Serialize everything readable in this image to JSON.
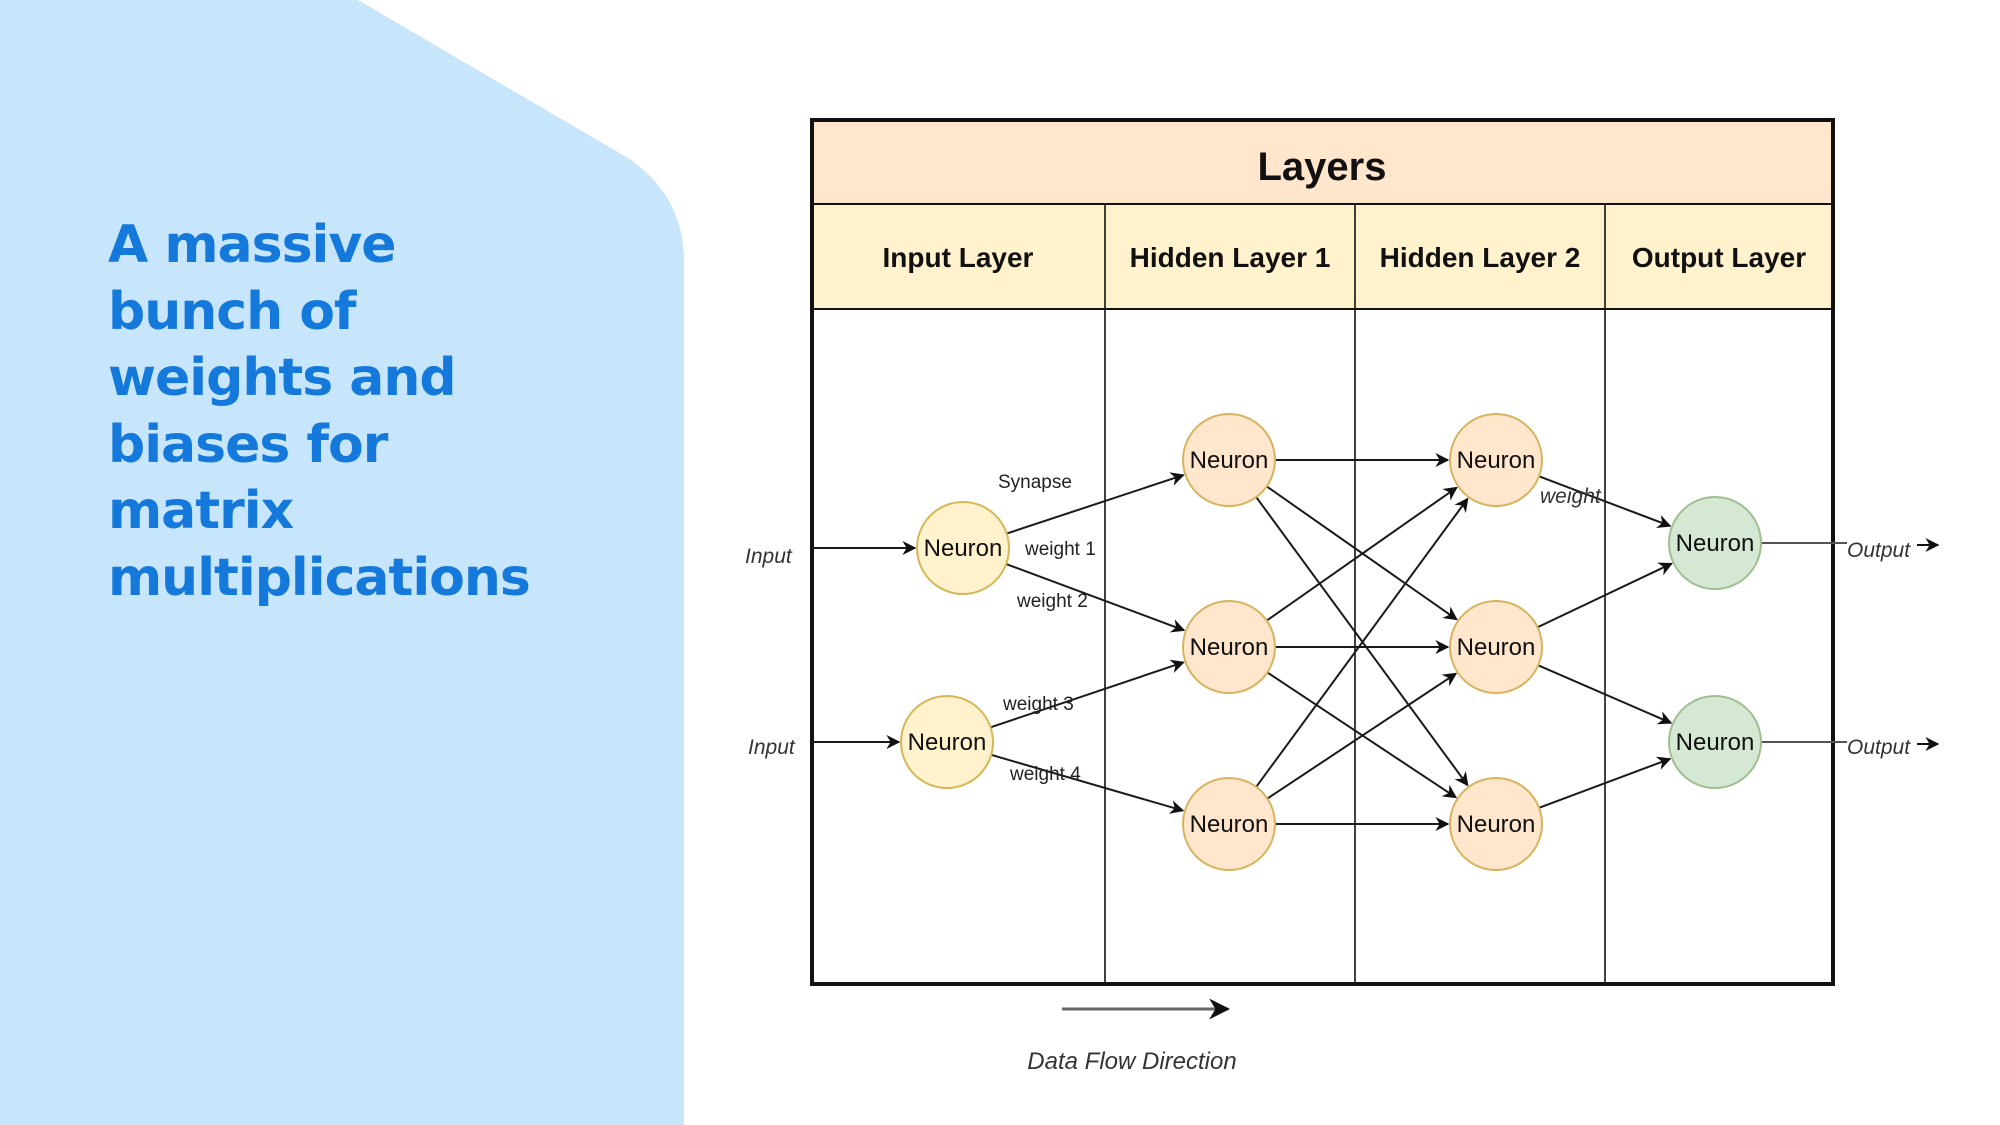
{
  "slide": {
    "headline_lines": [
      "A massive",
      "bunch of",
      "weights and",
      "biases for",
      "matrix",
      "multiplications"
    ],
    "colors": {
      "panel_bg": "#c8e6fb",
      "headline": "#1479db"
    }
  },
  "diagram": {
    "title": "Layers",
    "columns": [
      "Input Layer",
      "Hidden Layer 1",
      "Hidden Layer 2",
      "Output Layer"
    ],
    "neuron_label": "Neuron",
    "layers": [
      {
        "name": "input",
        "count": 2,
        "fill": "#fff2cc",
        "stroke": "#d6b656"
      },
      {
        "name": "hidden1",
        "count": 3,
        "fill": "#ffe6cc",
        "stroke": "#d7b35e"
      },
      {
        "name": "hidden2",
        "count": 3,
        "fill": "#ffe6cc",
        "stroke": "#d7b35e"
      },
      {
        "name": "output",
        "count": 2,
        "fill": "#d5e8d4",
        "stroke": "#9fbf8f"
      }
    ],
    "input_label": "Input",
    "output_label": "Output",
    "synapse_label": "Synapse",
    "weight_labels": [
      "weight 1",
      "weight 2",
      "weight 3",
      "weight 4"
    ],
    "weight_generic_label": "weight",
    "flow_label": "Data Flow Direction",
    "colors": {
      "title_bg": "#ffe6cc",
      "header_bg": "#fff2cc",
      "border": "#111111"
    }
  }
}
